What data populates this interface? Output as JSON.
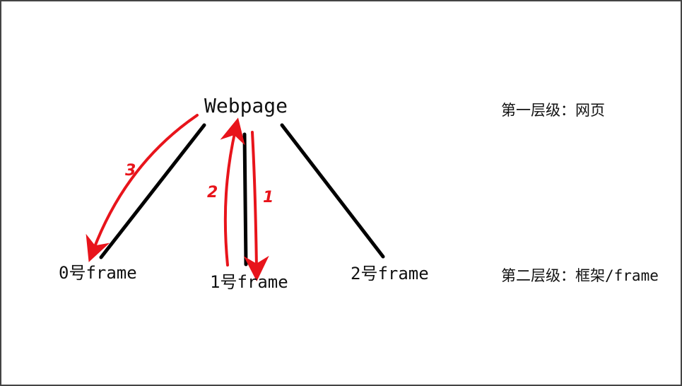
{
  "diagram": {
    "root": "Webpage",
    "frames": [
      "0号frame",
      "1号frame",
      "2号frame"
    ],
    "levels": {
      "first": "第一层级：网页",
      "second": "第二层级：框架/frame"
    },
    "steps": {
      "one": "1",
      "two": "2",
      "three": "3"
    },
    "colors": {
      "edge": "#000000",
      "arrow": "#e8141b",
      "text": "#111111"
    }
  }
}
